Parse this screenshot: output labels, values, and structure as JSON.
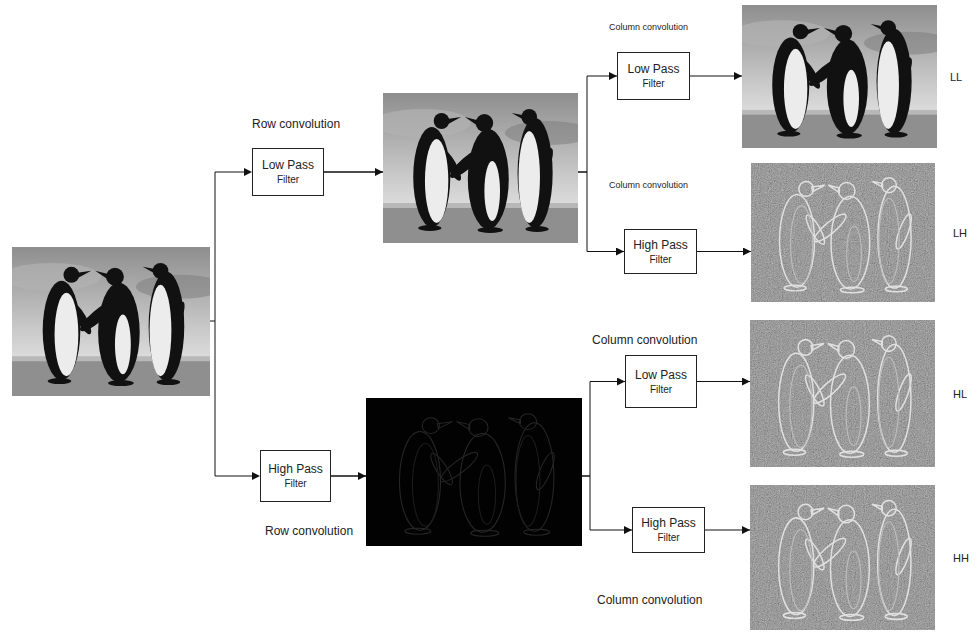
{
  "diagram": {
    "nodes": [
      {
        "text": [
          "Low Pass",
          "Filter"
        ]
      },
      {
        "text": [
          "Low Pass",
          "Filter"
        ]
      },
      {
        "text": [
          "LL"
        ]
      },
      {
        "text": [
          "High Pass",
          "Filter"
        ]
      },
      {
        "text": [
          "LH"
        ]
      },
      {
        "text": [
          "High Pass",
          "Filter"
        ]
      },
      {
        "text": [
          "Low Pass",
          "Filter"
        ]
      },
      {
        "text": [
          "HL"
        ]
      },
      {
        "text": [
          "High Pass",
          "Filter"
        ]
      },
      {
        "text": [
          "HH"
        ]
      }
    ],
    "edges": [
      {
        "from": 0,
        "to": 1,
        "arrow": "to"
      },
      {
        "from": 0,
        "to": 3,
        "arrow": "to"
      },
      {
        "from": 1,
        "to": 2,
        "arrow": "to"
      },
      {
        "from": 3,
        "to": 4,
        "arrow": "to"
      },
      {
        "from": 5,
        "to": 6,
        "arrow": "to"
      },
      {
        "from": 5,
        "to": 8,
        "arrow": "to"
      },
      {
        "from": 6,
        "to": 7,
        "arrow": "to"
      },
      {
        "from": 8,
        "to": 9,
        "arrow": "to"
      }
    ],
    "labels": [
      "Row convolution",
      "Column convolution",
      "Column convolution",
      "Column convolution",
      "Row convolution",
      "Column convolution"
    ]
  }
}
